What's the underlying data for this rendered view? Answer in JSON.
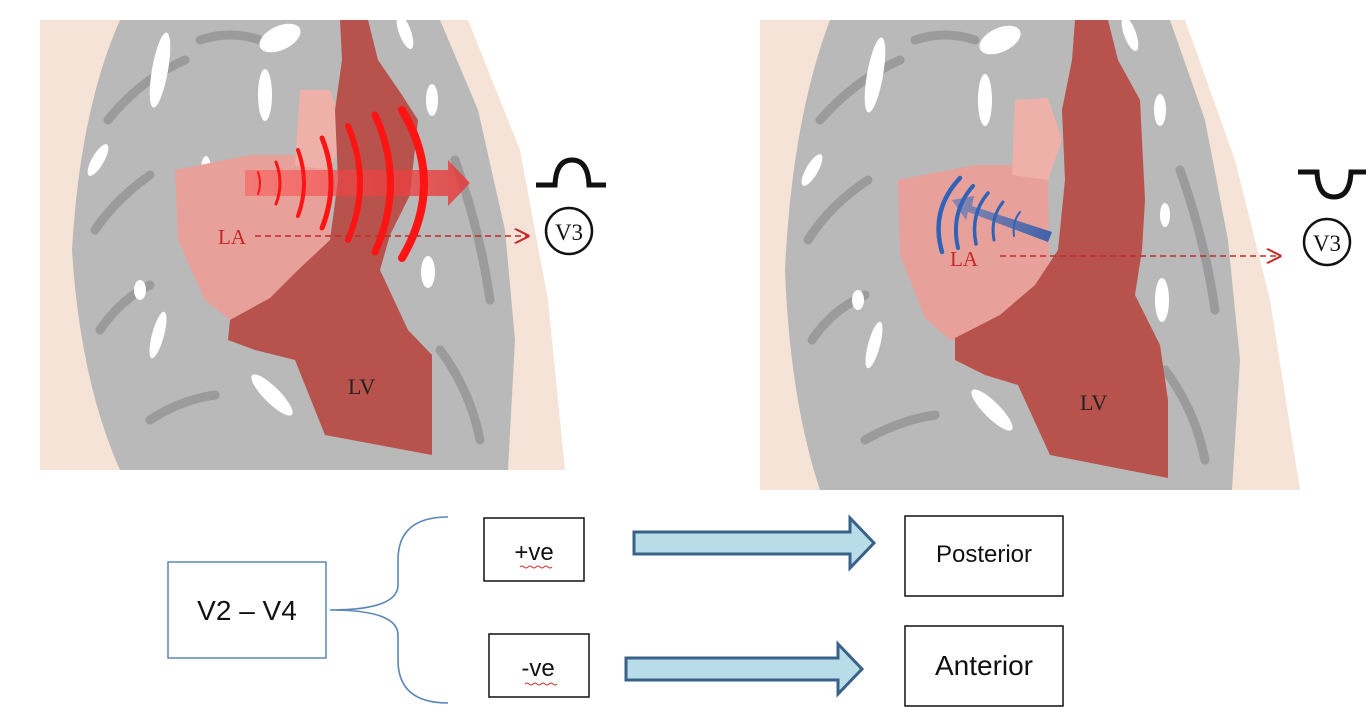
{
  "panels": {
    "left": {
      "la_label": "LA",
      "lv_label": "LV",
      "lead_label": "V3",
      "wave": "upward-deflection",
      "wave_color": "#111111"
    },
    "right": {
      "la_label": "LA",
      "lv_label": "LV",
      "lead_label": "V3",
      "wave": "downward-deflection",
      "wave_color": "#111111"
    }
  },
  "flow": {
    "source_label": "V2 – V4",
    "positive_label": "+ve",
    "negative_label": "-ve",
    "posterior_label": "Posterior",
    "anterior_label": "Anterior"
  },
  "colors": {
    "skin": "#f5e3d8",
    "tissue": "#b9b9b9",
    "tissue_dark": "#9b9b9b",
    "la": "#e8a19a",
    "la_light": "#eeb1aa",
    "lv": "#b7524c",
    "red_wave": "#ff1414",
    "blue_wave": "#2e63b8",
    "arrow_fill": "#b9dde8",
    "arrow_stroke": "#3a6187",
    "brace": "#5b86b8",
    "label_red": "#c62828"
  },
  "icons": {
    "wavefront_left": "red-wavefront-icon",
    "wavefront_right": "blue-wavefront-icon",
    "lead": "lead-circle-icon",
    "flow_arrow": "right-block-arrow-icon"
  }
}
